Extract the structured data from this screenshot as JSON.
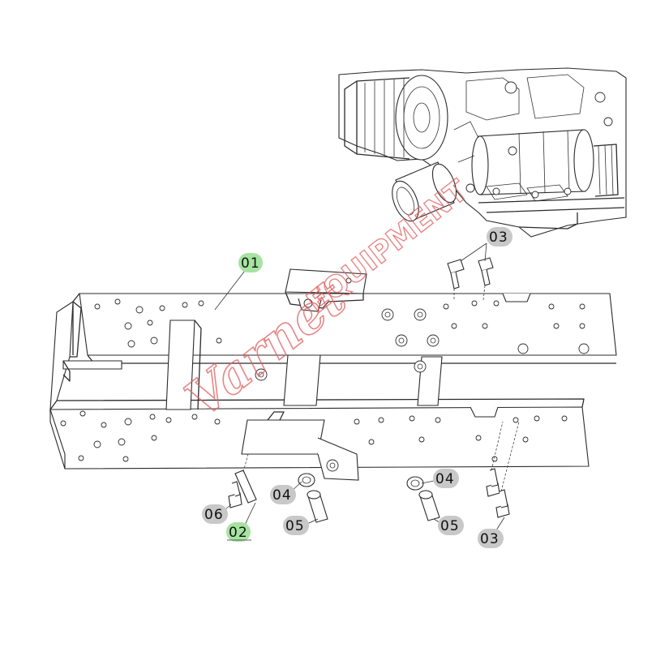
{
  "callouts": [
    {
      "id": "c01",
      "label": "01",
      "style": "green"
    },
    {
      "id": "c02",
      "label": "02",
      "style": "green"
    },
    {
      "id": "c03a",
      "label": "03",
      "style": "gray"
    },
    {
      "id": "c03b",
      "label": "03",
      "style": "gray"
    },
    {
      "id": "c04a",
      "label": "04",
      "style": "gray"
    },
    {
      "id": "c04b",
      "label": "04",
      "style": "gray"
    },
    {
      "id": "c05a",
      "label": "05",
      "style": "gray"
    },
    {
      "id": "c05b",
      "label": "05",
      "style": "gray"
    },
    {
      "id": "c06",
      "label": "06",
      "style": "gray"
    }
  ],
  "colors": {
    "green_highlight": "#a6e3a1",
    "gray_highlight": "#c8c8c8",
    "watermark": "#e06060"
  },
  "watermark": {
    "script_text": "Varnet",
    "block_text": "EQUIPMENT"
  }
}
